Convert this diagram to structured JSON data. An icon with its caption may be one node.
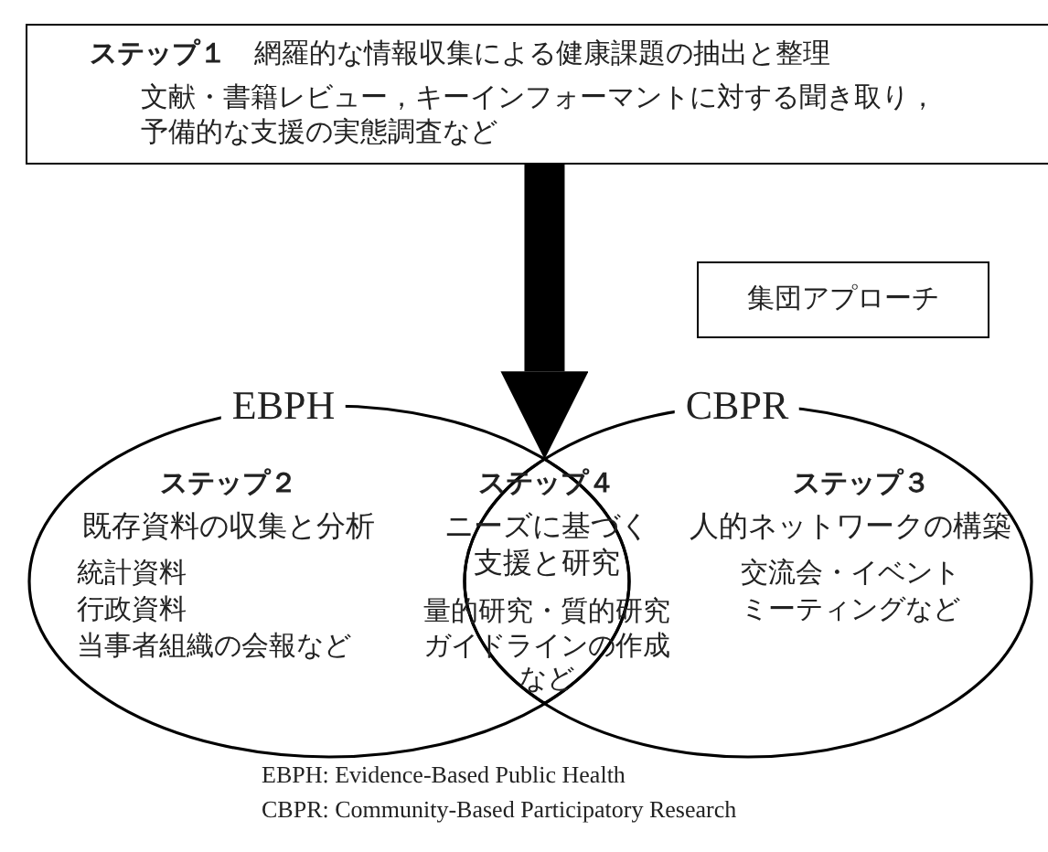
{
  "diagram": {
    "nodes": [
      {
        "text": [
          "**ステップ１**　網羅的な情報収集による健康課題の抽出と整理",
          "文献・書籍レビュー，キーインフォーマントに対する聞き取り，予備的な支援の実態調査など"
        ]
      },
      {
        "text": [
          "集団アプローチ"
        ]
      },
      {
        "text": [
          "EBPH",
          "ステップ２",
          "既存資料の収集と分析",
          "統計資料",
          "行政資料",
          "当事者組織の会報など"
        ]
      },
      {
        "text": [
          "CBPR",
          "ステップ３",
          "人的ネットワークの構築",
          "交流会・イベント",
          "ミーティングなど"
        ]
      },
      {
        "text": [
          "ステップ４",
          "ニーズに基づく支援と研究",
          "量的研究・質的研究ガイドラインの作成など"
        ]
      }
    ],
    "edges": [
      {
        "from": 0,
        "to": 4,
        "arrow": "to"
      }
    ],
    "labels": [
      "EBPH: Evidence-Based Public Health",
      "CBPR: Community-Based Participatory Research"
    ]
  }
}
